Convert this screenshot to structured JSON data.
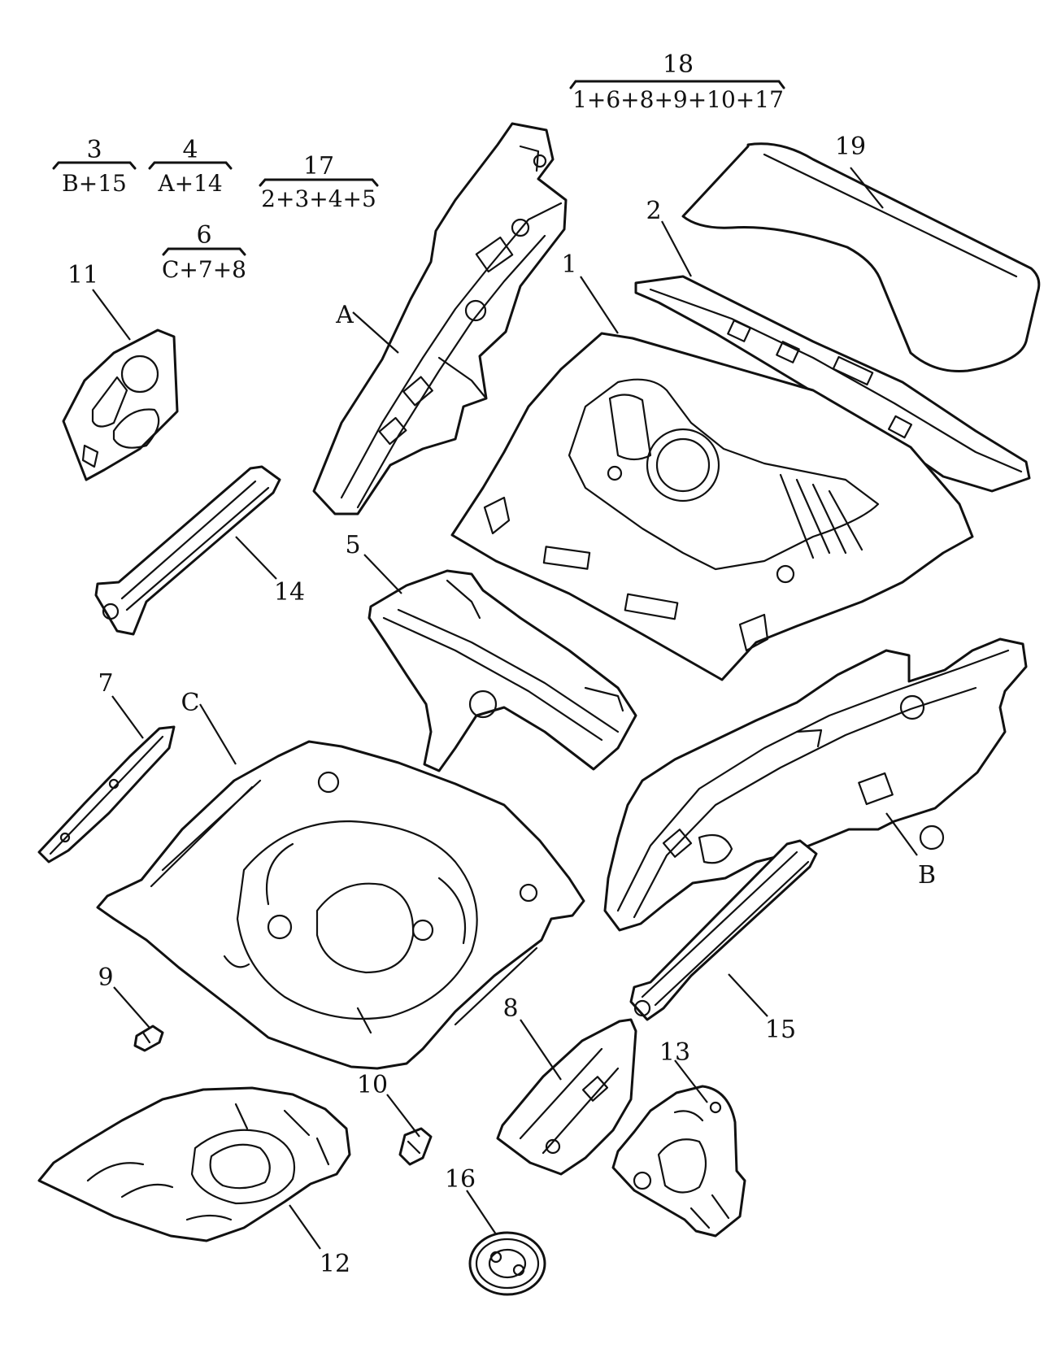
{
  "assemblies": [
    {
      "id": "a3",
      "number": "3",
      "formula": "B+15"
    },
    {
      "id": "a4",
      "number": "4",
      "formula": "A+14"
    },
    {
      "id": "a17",
      "number": "17",
      "formula": "2+3+4+5"
    },
    {
      "id": "a6",
      "number": "6",
      "formula": "C+7+8"
    },
    {
      "id": "a18",
      "number": "18",
      "formula": "1+6+8+9+10+17"
    }
  ],
  "callouts": {
    "p1": "1",
    "p2": "2",
    "p5": "5",
    "p7": "7",
    "p8": "8",
    "p9": "9",
    "p10": "10",
    "p11": "11",
    "p12": "12",
    "p13": "13",
    "p14": "14",
    "p15": "15",
    "p16": "16",
    "p19": "19",
    "pA": "A",
    "pB": "B",
    "pC": "C"
  }
}
